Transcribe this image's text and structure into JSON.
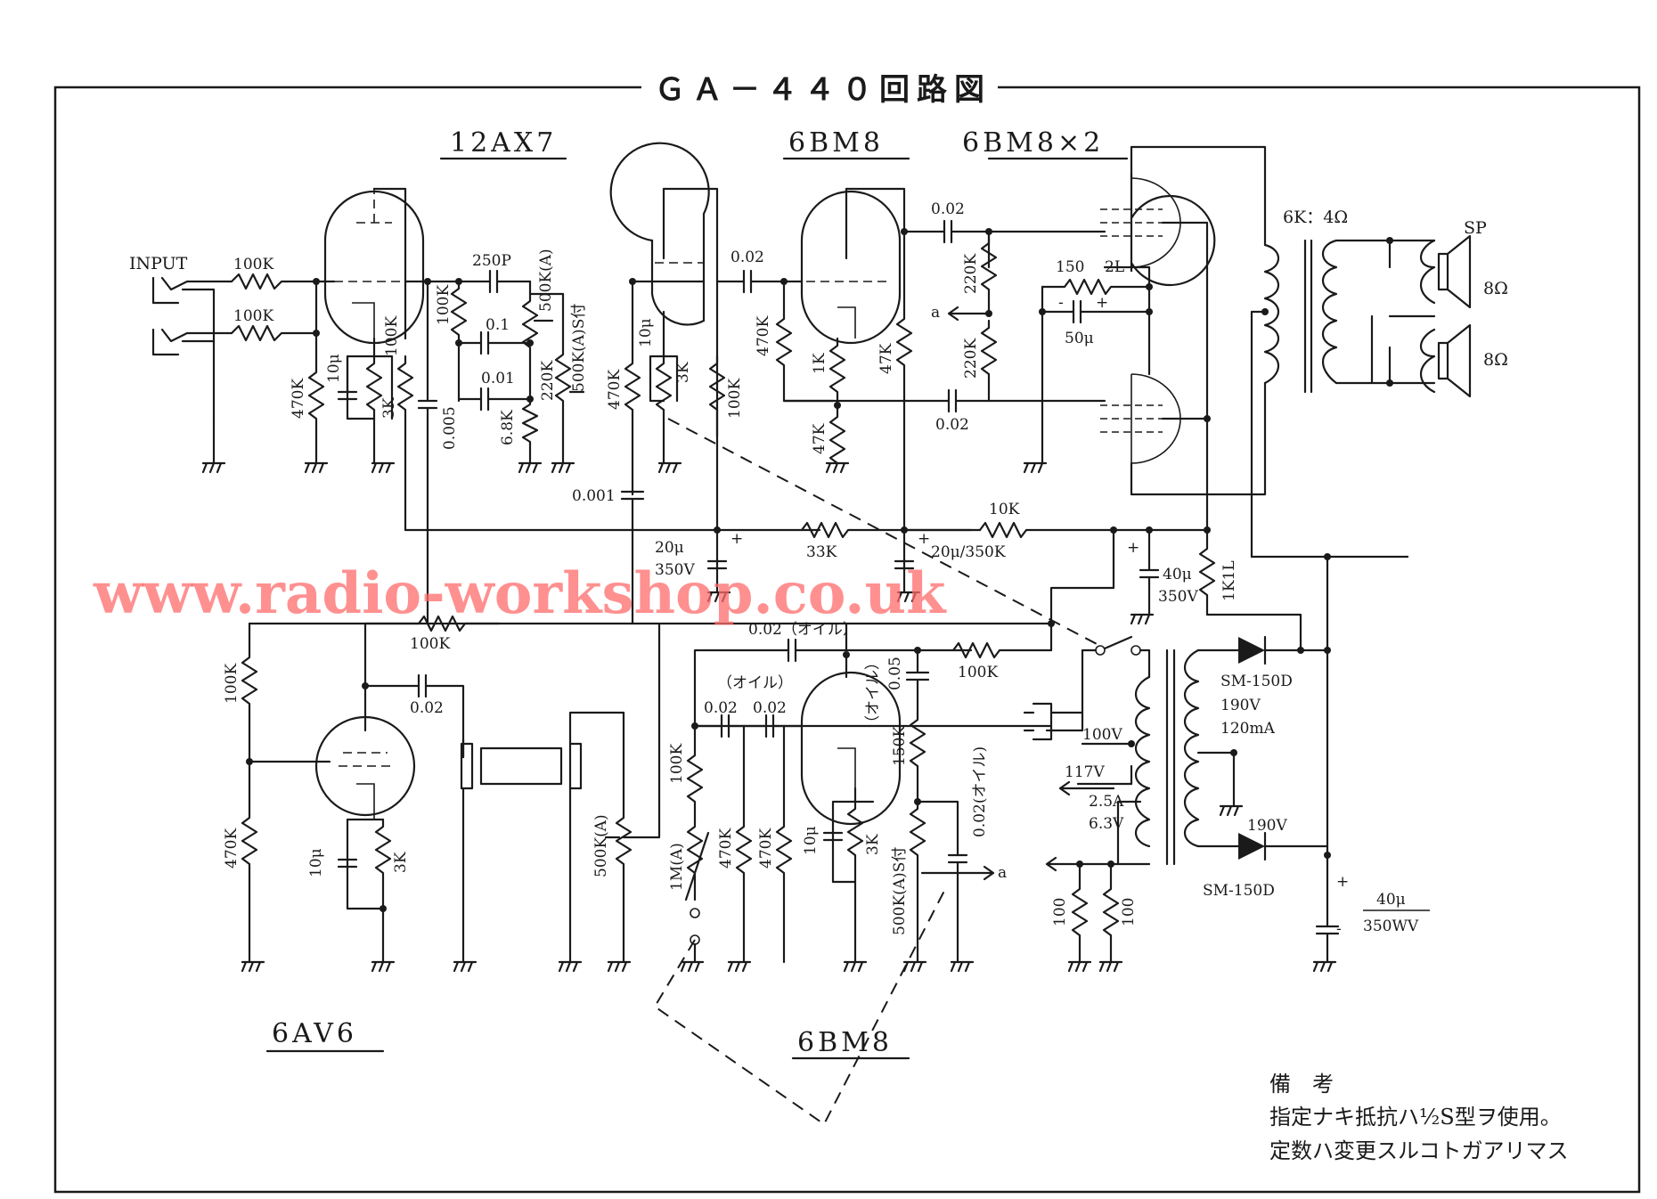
{
  "title": "ＧＡ－４４０回路図",
  "watermark": "www.radio-workshop.co.uk",
  "tubes": {
    "v1": "12AX7",
    "v2": "6BM8",
    "v3": "6BM8×2",
    "v4": "6AV6",
    "v5": "6BM8"
  },
  "labels": {
    "input": "INPUT",
    "sp": "SP",
    "ot": "6K：4Ω",
    "ohm8a": "8Ω",
    "ohm8b": "8Ω",
    "r100k_in1": "100K",
    "r100k_in2": "100K",
    "r470k_g": "470K",
    "c10u_k1": "10μ",
    "r3k_k1": "3K",
    "r100k_p1": "100K",
    "c0005": "0.005",
    "c250p": "250P",
    "r100k_tone": "100K",
    "c01": "0.1",
    "c001": "0.01",
    "r68k": "6.8K",
    "r220k": "220K",
    "vr500a": "500K(A)",
    "vr500as": "500K(A)S付",
    "r470k_g2": "470K",
    "c10u_k2": "10μ",
    "r3k_k2": "3K",
    "r100k_p2": "100K",
    "c0001": "0.001",
    "c002_a": "0.02",
    "r470k_pi": "470K",
    "r1k_pi": "1K",
    "r47k_pi": "47K",
    "r47k_pi2": "47K",
    "c002_b": "0.02",
    "c002_c": "0.02",
    "r220k_g1": "220K",
    "r220k_g2": "220K",
    "r150": "150",
    "r2l": "2L",
    "c50u": "50μ",
    "a_mark": "a",
    "c20u_350": "20μ",
    "v350": "350V",
    "r33k": "33K",
    "c20u_350k": "20μ/350K",
    "r10k": "10K",
    "c40u": "40μ",
    "v350b": "350V",
    "r1k1l": "1K1L",
    "r100k_fb": "100K",
    "r100k_v4": "100K",
    "r470k_v4": "470K",
    "c002_v4": "0.02",
    "c10u_v4": "10μ",
    "r3k_v4": "3K",
    "vr500a_v4": "500K(A)",
    "c002_oil": "0.02（オイル）",
    "oil": "（オイル）",
    "c002_d": "0.02",
    "c002_e": "0.02",
    "r100k_v5": "100K",
    "vr1ma": "1M(A)",
    "r470k_v5a": "470K",
    "r470k_v5b": "470K",
    "c10u_v5": "10μ",
    "r3k_v5": "3K",
    "c005": "0.05",
    "oil2": "（オイル）",
    "r150k": "150K",
    "vr500as_v5": "500K(A)S付",
    "c002_oil2": "0.02(オイル)",
    "a_mark2": "a",
    "r100k_top": "100K",
    "v100": "100V",
    "v117": "117V",
    "a25": "2.5A",
    "v63": "6.3V",
    "r100a": "100",
    "r100b": "100",
    "d1": "SM-150D",
    "v190": "190V",
    "ma120": "120mA",
    "v190b": "190V",
    "d2": "SM-150D",
    "c40u_out": "40μ",
    "v350wv": "350WV",
    "plus": "+",
    "minus": "-"
  },
  "notes": {
    "heading": "備　考",
    "line1": "指定ナキ抵抗ハ½S型ヲ使用。",
    "line2": "定数ハ変更スルコトガアリマス"
  }
}
